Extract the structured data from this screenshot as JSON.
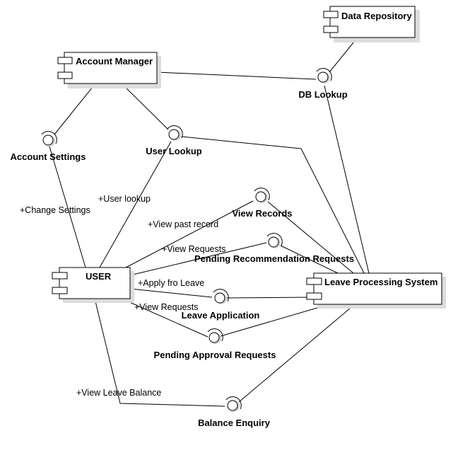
{
  "components": {
    "data_repository": "Data Repository",
    "account_manager": "Account Manager",
    "user": "USER",
    "leave_processing_system": "Leave Processing System"
  },
  "interfaces": {
    "db_lookup": "DB Lookup",
    "account_settings": "Account Settings",
    "user_lookup": "User Lookup",
    "view_records": "View Records",
    "pending_recommendation_requests": "Pending Recommendation Requests",
    "leave_application": "Leave Application",
    "pending_approval_requests": "Pending Approval Requests",
    "balance_enquiry": "Balance Enquiry"
  },
  "edge_labels": {
    "user_lookup": "+User lookup",
    "change_settings": "+Change Settings",
    "view_past_record": "+View past record",
    "view_requests_recommend": "+View Requests",
    "apply_for_leave": "+Apply fro Leave",
    "view_requests_approval": "+View Requests",
    "view_leave_balance": "+View Leave Balance"
  }
}
